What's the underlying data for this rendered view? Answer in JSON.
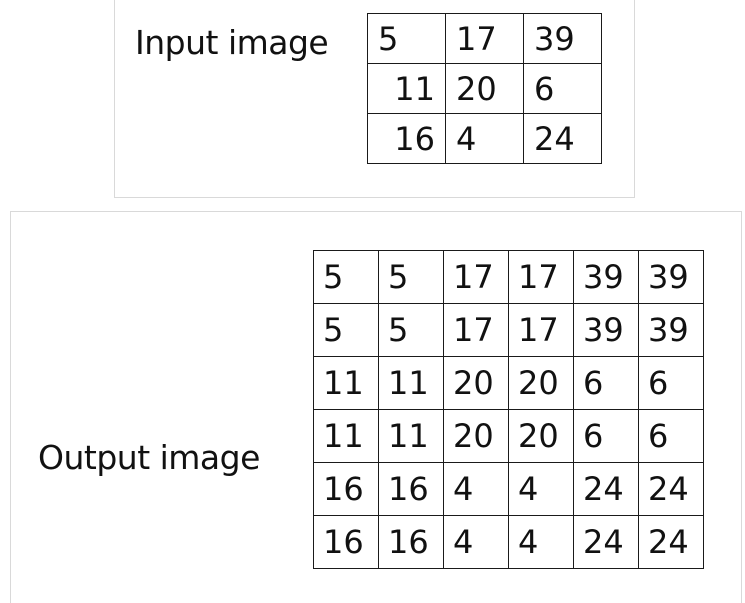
{
  "input": {
    "label": "Input image",
    "rows": [
      [
        "5",
        "17",
        "39"
      ],
      [
        "11",
        "20",
        "6"
      ],
      [
        "16",
        "4",
        "24"
      ]
    ]
  },
  "output": {
    "label": "Output image",
    "rows": [
      [
        "5",
        "5",
        "17",
        "17",
        "39",
        "39"
      ],
      [
        "5",
        "5",
        "17",
        "17",
        "39",
        "39"
      ],
      [
        "11",
        "11",
        "20",
        "20",
        "6",
        "6"
      ],
      [
        "11",
        "11",
        "20",
        "20",
        "6",
        "6"
      ],
      [
        "16",
        "16",
        "4",
        "4",
        "24",
        "24"
      ],
      [
        "16",
        "16",
        "4",
        "4",
        "24",
        "24"
      ]
    ]
  }
}
